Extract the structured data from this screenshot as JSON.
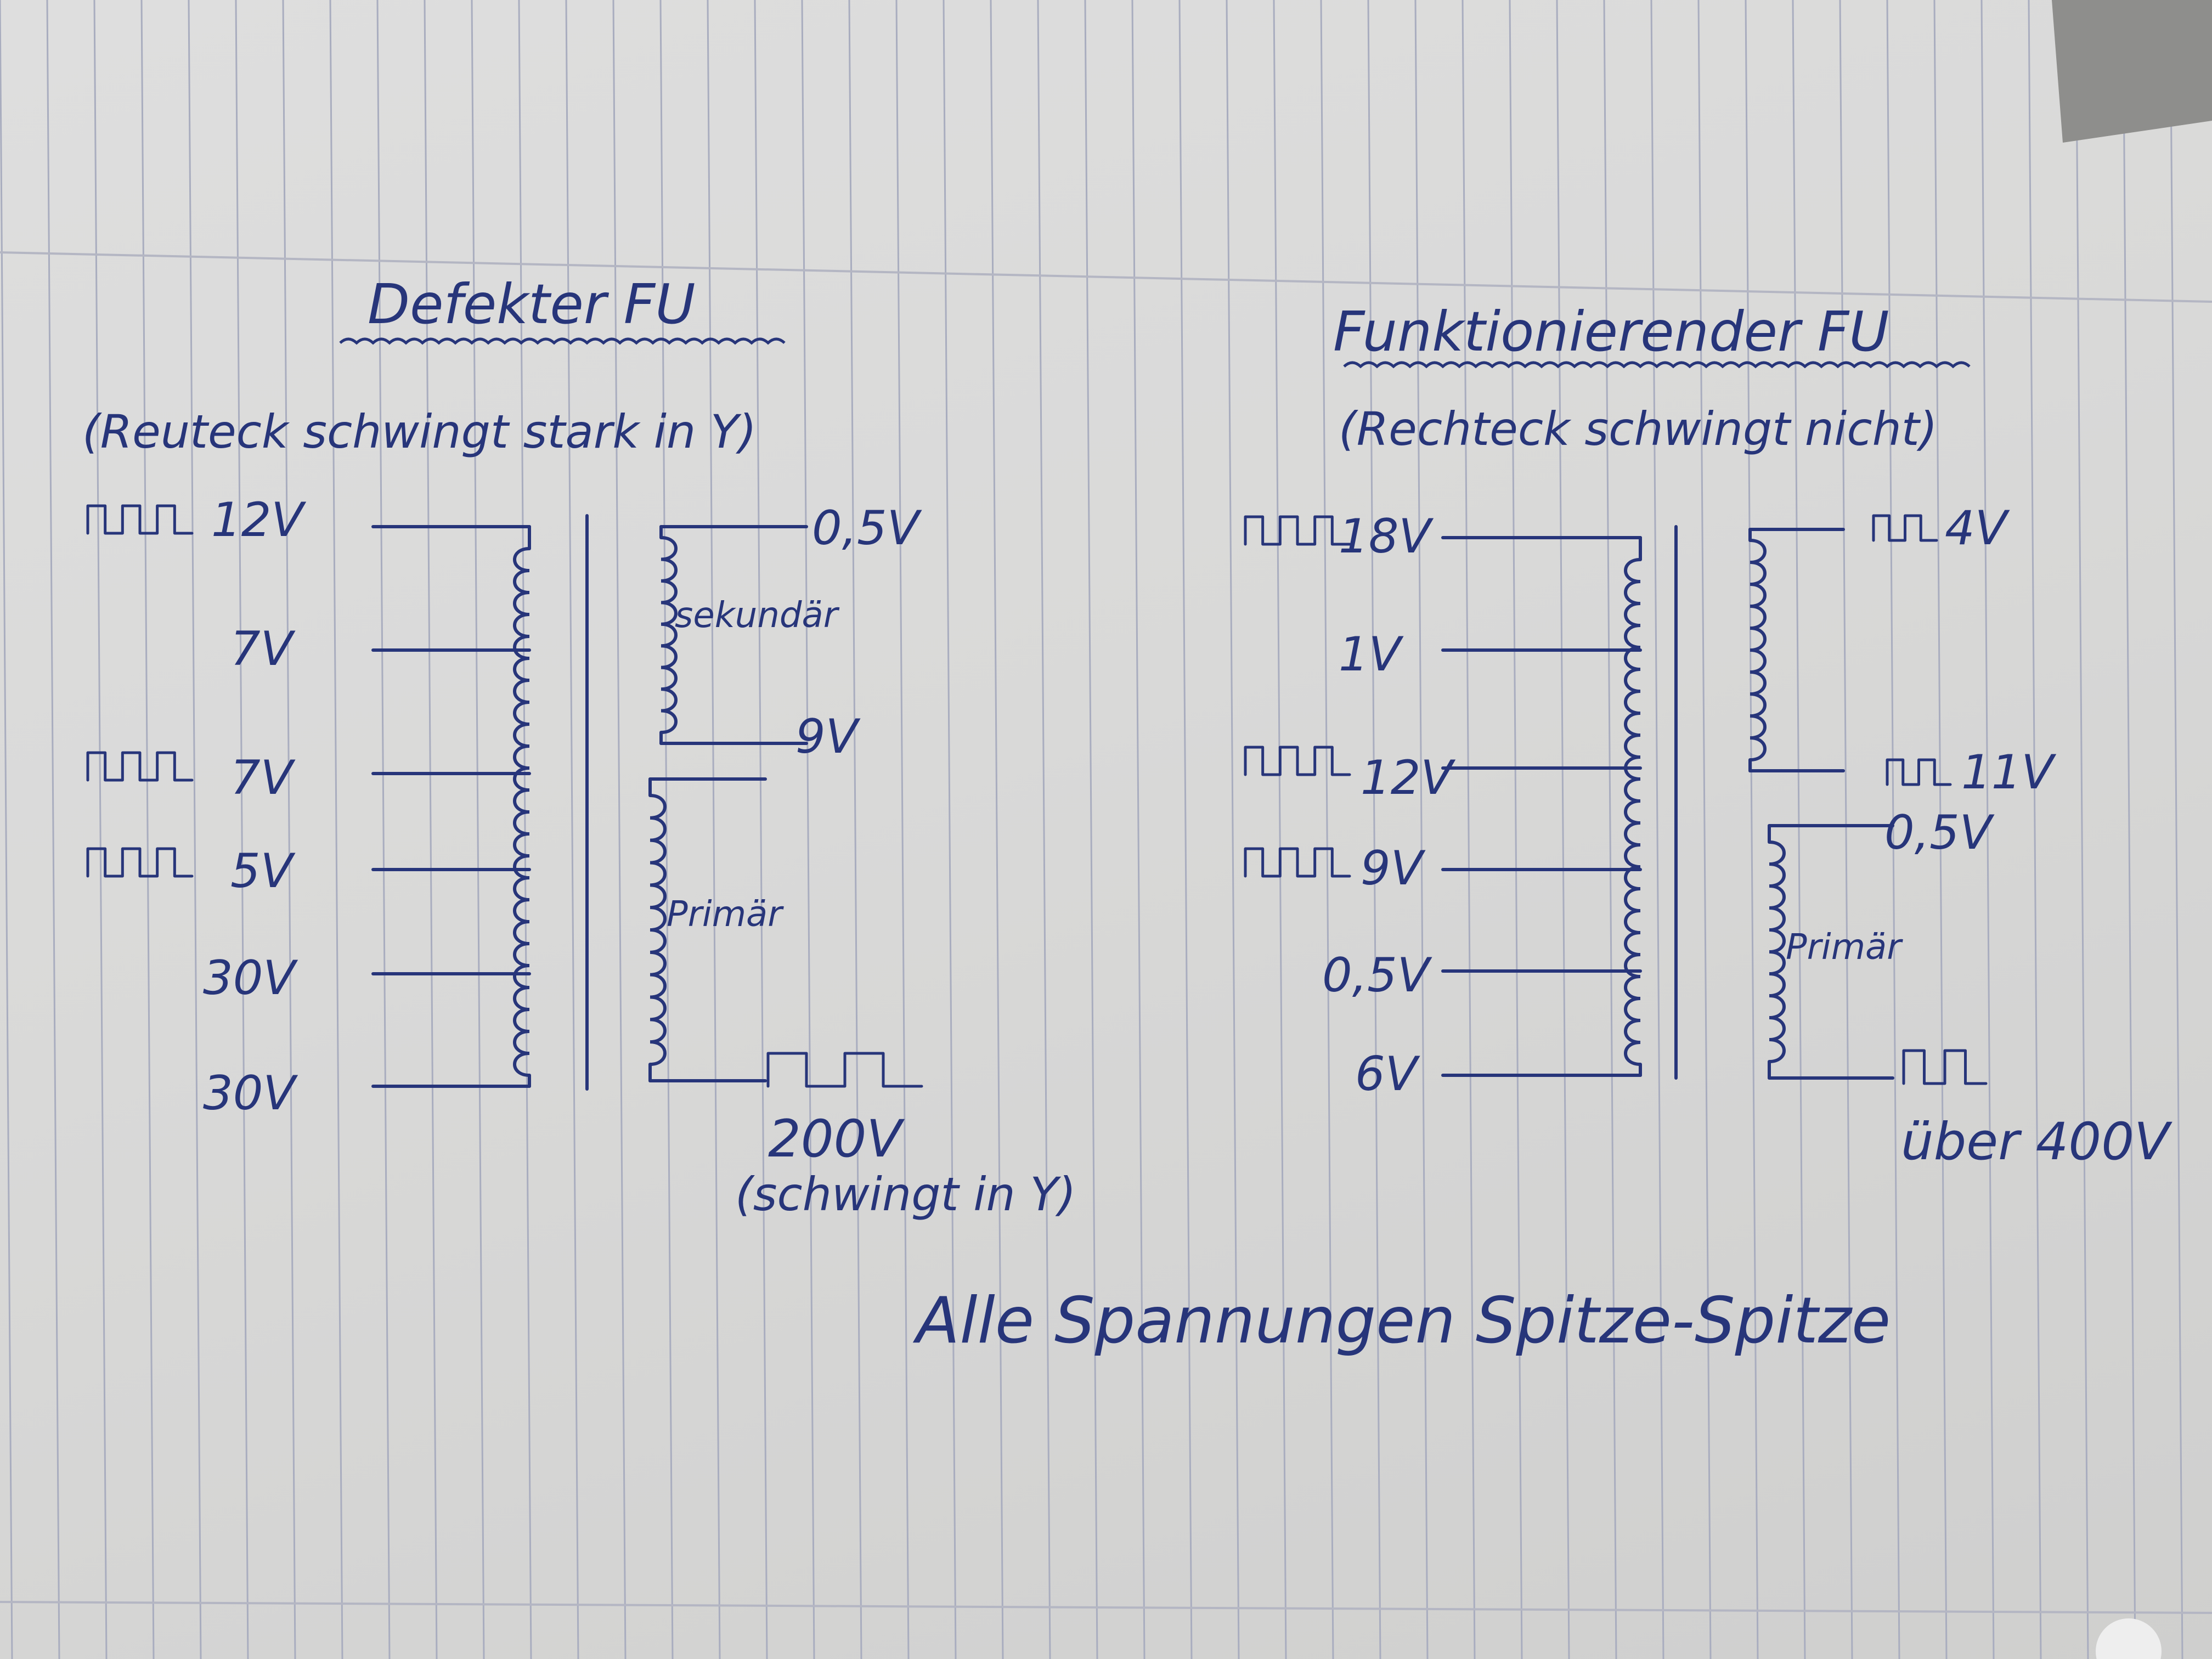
{
  "colors": {
    "ink": "#27357a",
    "paper": "#dcdcdc",
    "rule": "#a9adbf"
  },
  "left": {
    "title": "Defekter FU",
    "subtitle": "(Reuteck schwingt stark in Y)",
    "primary_side": [
      {
        "label": "12V",
        "waveform": true
      },
      {
        "label": "7V",
        "waveform": false
      },
      {
        "label": "7V",
        "waveform": true
      },
      {
        "label": "5V",
        "waveform": true
      },
      {
        "label": "30V",
        "waveform": false
      },
      {
        "label": "30V",
        "waveform": false
      }
    ],
    "secondary_winding_label": "sekundär",
    "secondary_top": "0,5V",
    "secondary_bottom": "9V",
    "primary_winding_label": "Primär",
    "primary_output_value": "200V",
    "primary_output_note": "(schwingt in Y)"
  },
  "right": {
    "title": "Funktionierender FU",
    "subtitle": "(Rechteck schwingt nicht)",
    "primary_side": [
      {
        "label": "18V",
        "waveform": true
      },
      {
        "label": "1V",
        "waveform": false
      },
      {
        "label": "12V",
        "waveform": true
      },
      {
        "label": "9V",
        "waveform": true
      },
      {
        "label": "0,5V",
        "waveform": false
      },
      {
        "label": "6V",
        "waveform": false
      }
    ],
    "secondary_top": "4V",
    "secondary_bottom": "11V",
    "primary_top": "0,5V",
    "primary_winding_label": "Primär",
    "primary_output_value": "über 400V"
  },
  "footer": "Alle Spannungen Spitze-Spitze"
}
